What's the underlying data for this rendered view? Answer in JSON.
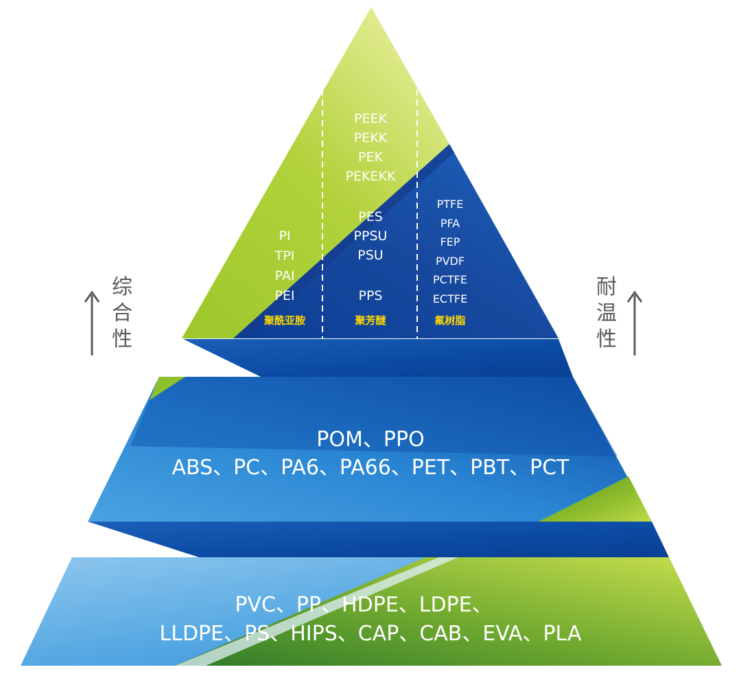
{
  "top": {
    "col1": [
      "PI",
      "TPI",
      "PAI",
      "PEI"
    ],
    "col1_category": "聚酰亚胺",
    "col2a": [
      "PEEK",
      "PEKK",
      "PEK",
      "PEKEKK"
    ],
    "col2b": [
      "PES",
      "PPSU",
      "PSU"
    ],
    "col2c": [
      "PPS"
    ],
    "col2_category": "聚芳醚",
    "col3": [
      "PTFE",
      "PFA",
      "FEP",
      "PVDF",
      "PCTFE",
      "ECTFE"
    ],
    "col3_category": "氟树脂"
  },
  "middle": {
    "line1": "POM、PPO",
    "line2": "ABS、PC、PA6、PA66、PET、PBT、PCT"
  },
  "bottom": {
    "line1": "PVC、PP、HDPE、LDPE、",
    "line2": "LLDPE、PS、HIPS、CAP、CAB、EVA、PLA"
  },
  "left_axis": [
    "综",
    "合",
    "性"
  ],
  "right_axis": [
    "耐",
    "温",
    "性"
  ],
  "colors": {
    "green_light": "#dfe98a",
    "green": "#a6cc2c",
    "green_dark": "#4c8f2a",
    "blue_light": "#6cb6e8",
    "blue": "#1f6fc6",
    "blue_dark": "#0b3e94",
    "arrow": "#5a5a5a",
    "category_text": "#ffd700"
  }
}
